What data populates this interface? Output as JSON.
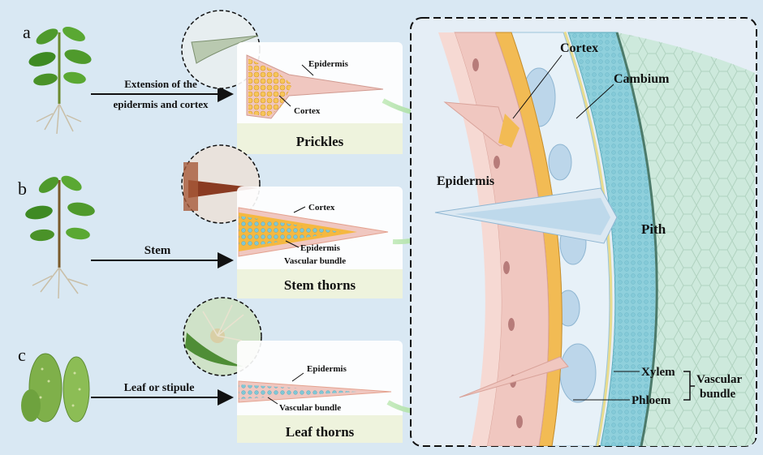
{
  "panels": [
    {
      "letter": "a",
      "arrow_label_line1": "Extension of the",
      "arrow_label_line2": "epidermis and cortex",
      "labels": [
        "Epidermis",
        "Cortex"
      ],
      "caption": "Prickles"
    },
    {
      "letter": "b",
      "arrow_label_line1": "Stem",
      "labels": [
        "Cortex",
        "Epidermis",
        "Vascular bundle"
      ],
      "caption": "Stem thorns"
    },
    {
      "letter": "c",
      "arrow_label_line1": "Leaf or stipule",
      "labels": [
        "Epidermis",
        "Vascular bundle"
      ],
      "caption": "Leaf thorns"
    }
  ],
  "cross_section": {
    "labels": {
      "cortex": "Cortex",
      "cambium": "Cambium",
      "epidermis": "Epidermis",
      "pith": "Pith",
      "xylem": "Xylem",
      "phloem": "Phloem",
      "vascular_line1": "Vascular",
      "vascular_line2": "bundle"
    }
  },
  "colors": {
    "background": "#d9e8f3",
    "epidermis": "#f0c7c0",
    "cortex": "#f5b840",
    "vascular": "#8fd8e6",
    "pith": "#cde9dc",
    "caption_bg": "#eef3dd",
    "arrow_green": "#9fd6a0"
  }
}
